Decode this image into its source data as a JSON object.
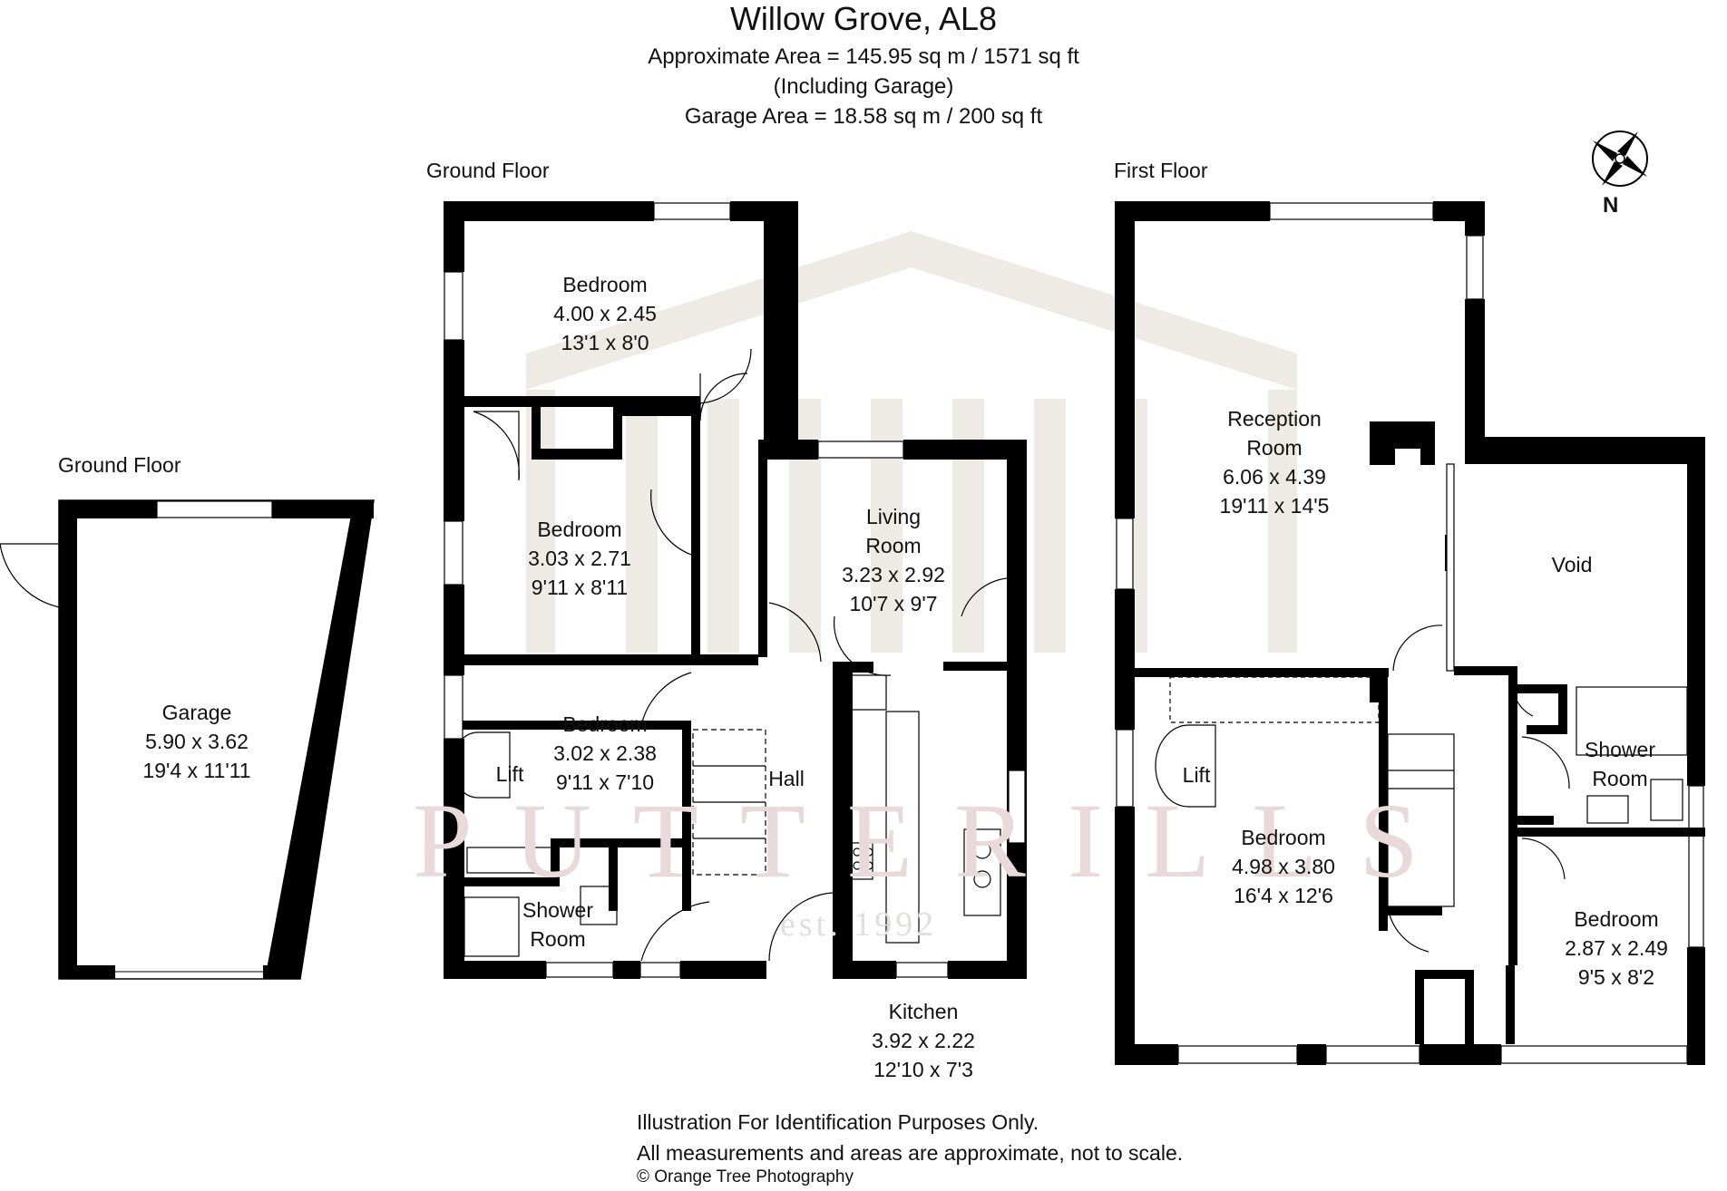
{
  "header": {
    "title": "Willow Grove, AL8",
    "area_line": "Approximate Area =  145.95 sq m / 1571 sq ft",
    "including_line": "(Including Garage)",
    "garage_line": "Garage Area =  18.58 sq m / 200 sq ft"
  },
  "floors": {
    "garage_floor": "Ground Floor",
    "ground_floor": "Ground Floor",
    "first_floor": "First Floor"
  },
  "rooms": {
    "garage": {
      "name": "Garage",
      "metric": "5.90 x 3.62",
      "imperial": "19'4 x 11'11"
    },
    "bedroom_1": {
      "name": "Bedroom",
      "metric": "4.00 x 2.45",
      "imperial": "13'1 x 8'0"
    },
    "bedroom_2": {
      "name": "Bedroom",
      "metric": "3.03 x 2.71",
      "imperial": "9'11 x 8'11"
    },
    "bedroom_3": {
      "name": "Bedroom",
      "metric": "3.02 x 2.38",
      "imperial": "9'11 x 7'10"
    },
    "living": {
      "name1": "Living",
      "name2": "Room",
      "metric": "3.23 x 2.92",
      "imperial": "10'7 x 9'7"
    },
    "kitchen": {
      "name": "Kitchen",
      "metric": "3.92 x 2.22",
      "imperial": "12'10 x 7'3"
    },
    "hall": {
      "name": "Hall"
    },
    "gf_lift": {
      "name": "Lift"
    },
    "gf_shower": {
      "name1": "Shower",
      "name2": "Room"
    },
    "reception": {
      "name1": "Reception",
      "name2": "Room",
      "metric": "6.06 x 4.39",
      "imperial": "19'11 x 14'5"
    },
    "void": {
      "name": "Void"
    },
    "ff_lift": {
      "name": "Lift"
    },
    "ff_shower": {
      "name1": "Shower",
      "name2": "Room"
    },
    "ff_bedroom_1": {
      "name": "Bedroom",
      "metric": "4.98 x 3.80",
      "imperial": "16'4 x 12'6"
    },
    "ff_bedroom_2": {
      "name": "Bedroom",
      "metric": "2.87 x 2.49",
      "imperial": "9'5 x 8'2"
    }
  },
  "compass": {
    "north_label": "N"
  },
  "watermark": {
    "brand": "PUTTERILLS",
    "established": "est. 1992"
  },
  "footer": {
    "line1": "Illustration For Identification Purposes Only.",
    "line2": "All measurements and areas are approximate, not to scale.",
    "copyright": "© Orange Tree Photography"
  },
  "colors": {
    "wall": "#000000",
    "watermark": "#eeebe4",
    "watermark_text": "#ead9da"
  }
}
